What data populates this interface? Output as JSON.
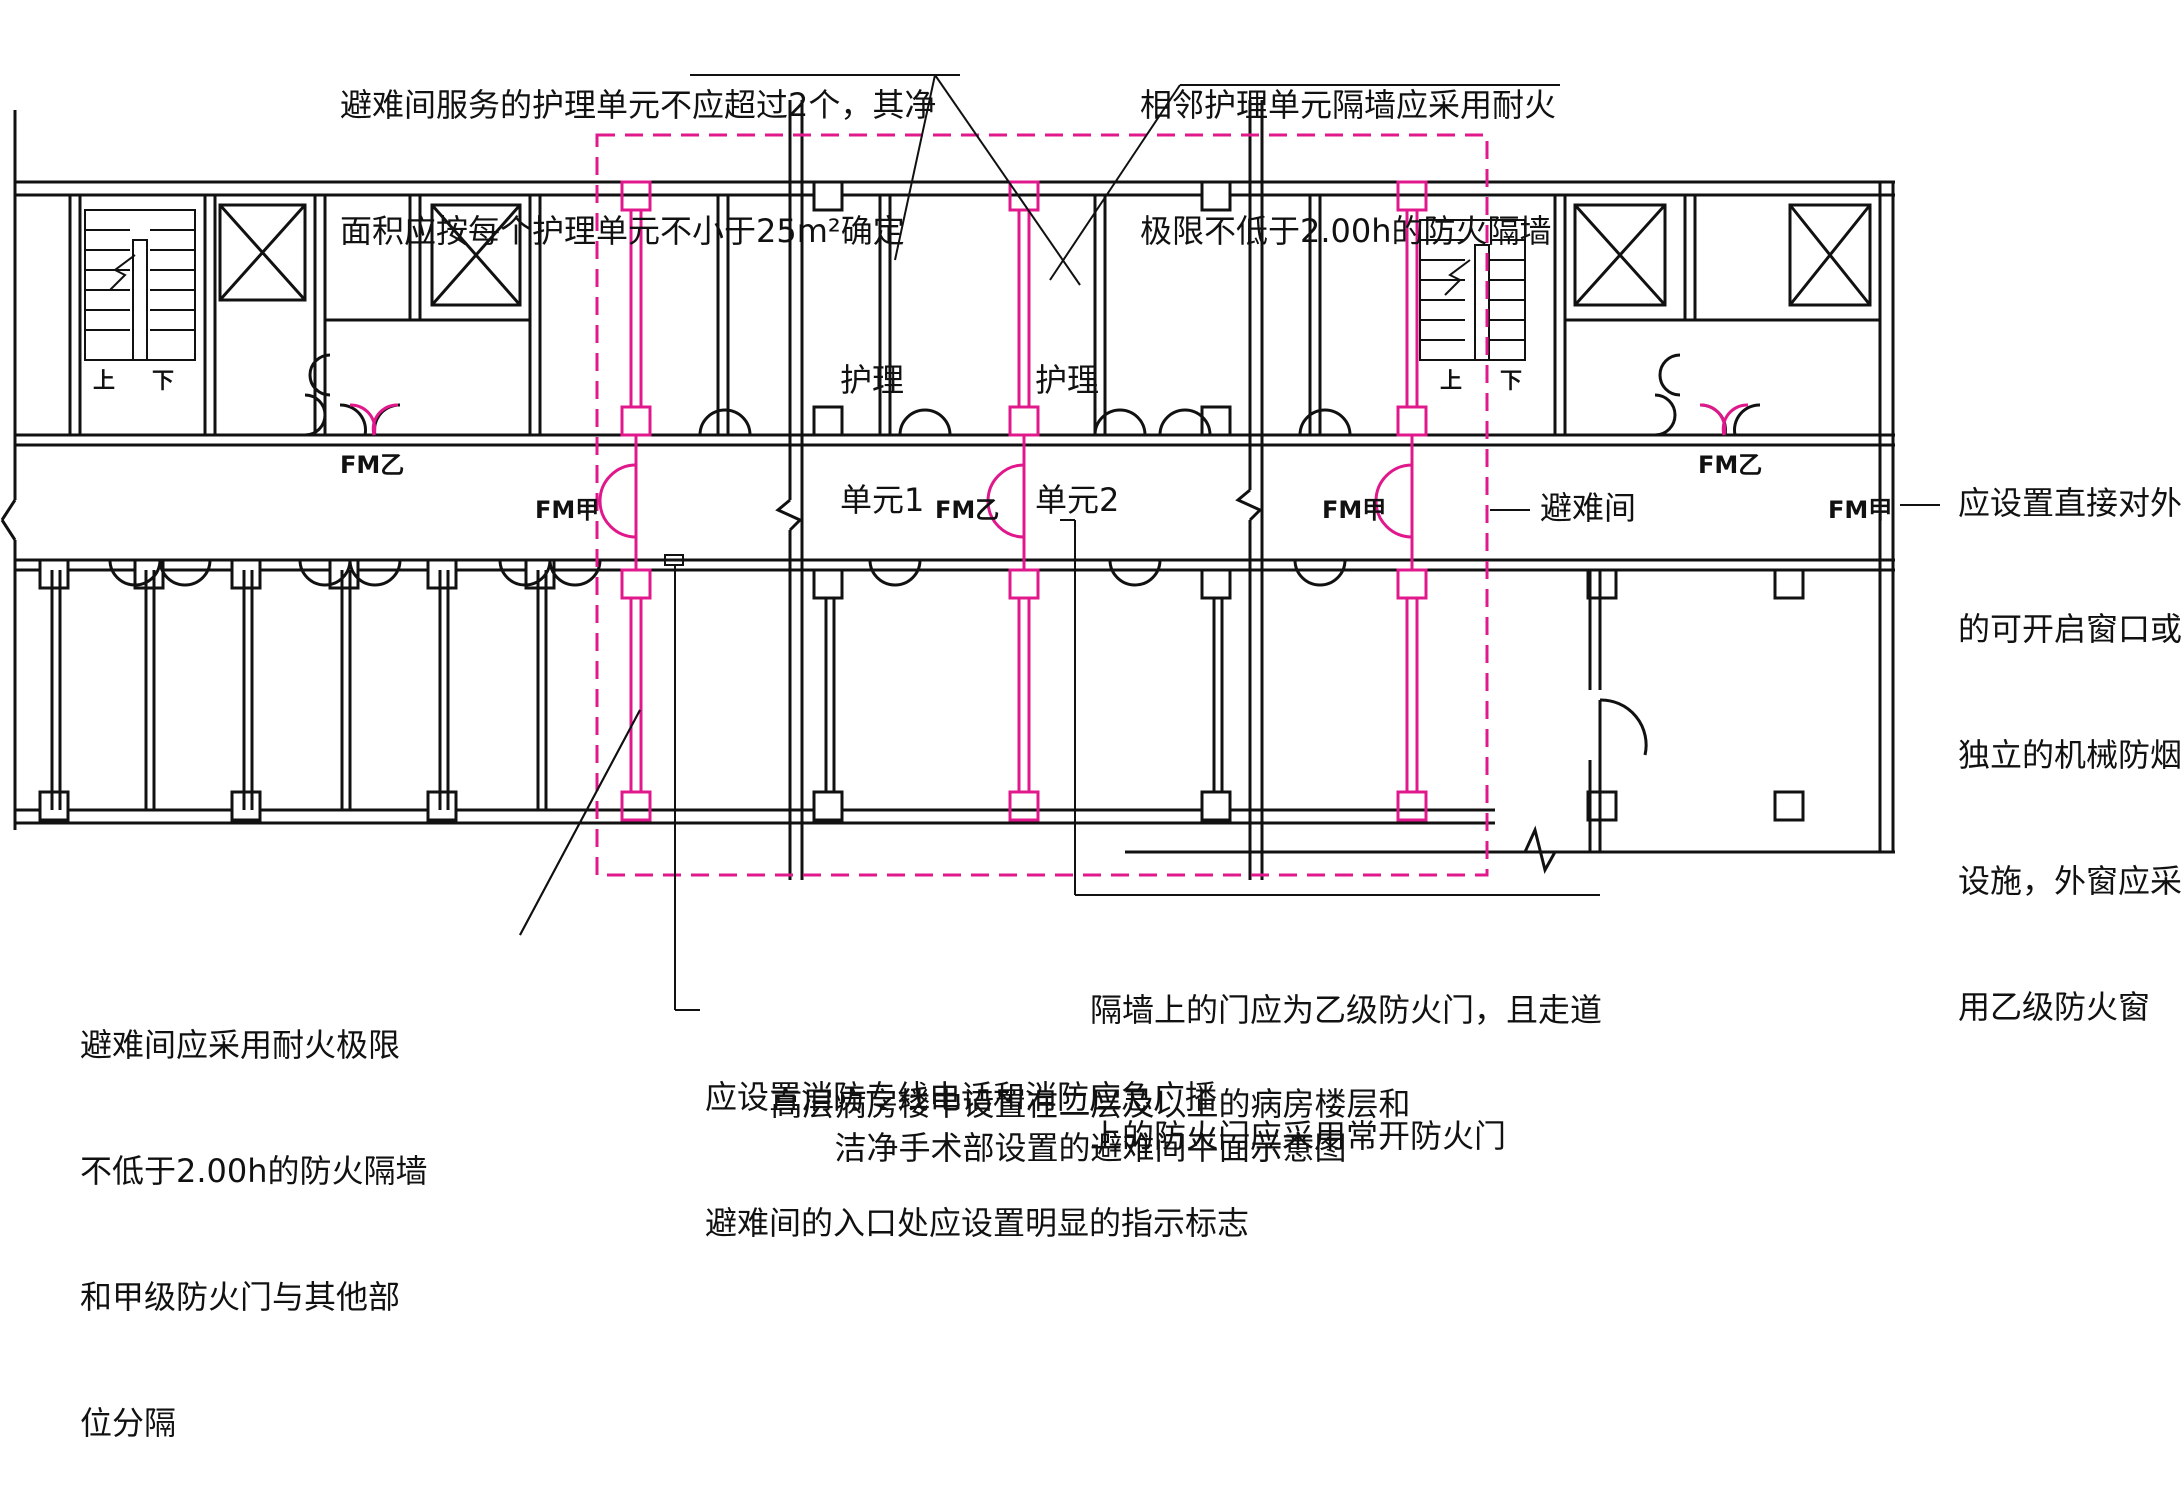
{
  "notes": {
    "top_left": [
      "避难间服务的护理单元不应超过2个，其净",
      "面积应按每个护理单元不小于25m²确定"
    ],
    "top_right": [
      "相邻护理单元隔墙应采用耐火",
      "极限不低于2.00h的防火隔墙"
    ],
    "right": [
      "应设置直接对外",
      "的可开启窗口或",
      "独立的机械防烟",
      "设施，外窗应采",
      "用乙级防火窗"
    ],
    "refuge": "避难间",
    "bottom_left": [
      "避难间应采用耐火极限",
      "不低于2.00h的防火隔墙",
      "和甲级防火门与其他部",
      "位分隔"
    ],
    "bottom_middle": [
      "应设置消防专线电话和消防应急广播",
      "避难间的入口处应设置明显的指示标志"
    ],
    "bottom_right": [
      "隔墙上的门应为乙级防火门，且走道",
      "上的防火门应采用常开防火门"
    ]
  },
  "units": {
    "unit1": [
      "护理",
      "单元1"
    ],
    "unit2": [
      "护理",
      "单元2"
    ]
  },
  "doors": {
    "fm_yi": "FM乙",
    "fm_jia": "FM甲"
  },
  "stairs": {
    "up": "上",
    "down": "下"
  },
  "caption": [
    "高层病房楼中设置在二层及以上的病房楼层和",
    "洁净手术部设置的避难间平面示意图"
  ],
  "colors": {
    "wall": "#111111",
    "highlight": "#e0188c"
  }
}
